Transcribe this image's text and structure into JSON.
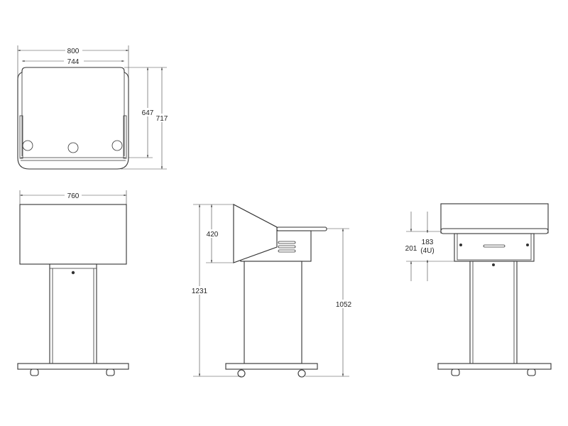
{
  "top_view": {
    "width_outer": "800",
    "width_inner": "744",
    "depth_inner": "647",
    "depth_outer": "717"
  },
  "front_view": {
    "width": "760"
  },
  "side_view": {
    "total_height": "1231",
    "monitor_height": "420",
    "desk_height": "1052"
  },
  "rear_view": {
    "rack_outer": "201",
    "rack_inner": "183",
    "rack_units": "(4U)"
  }
}
